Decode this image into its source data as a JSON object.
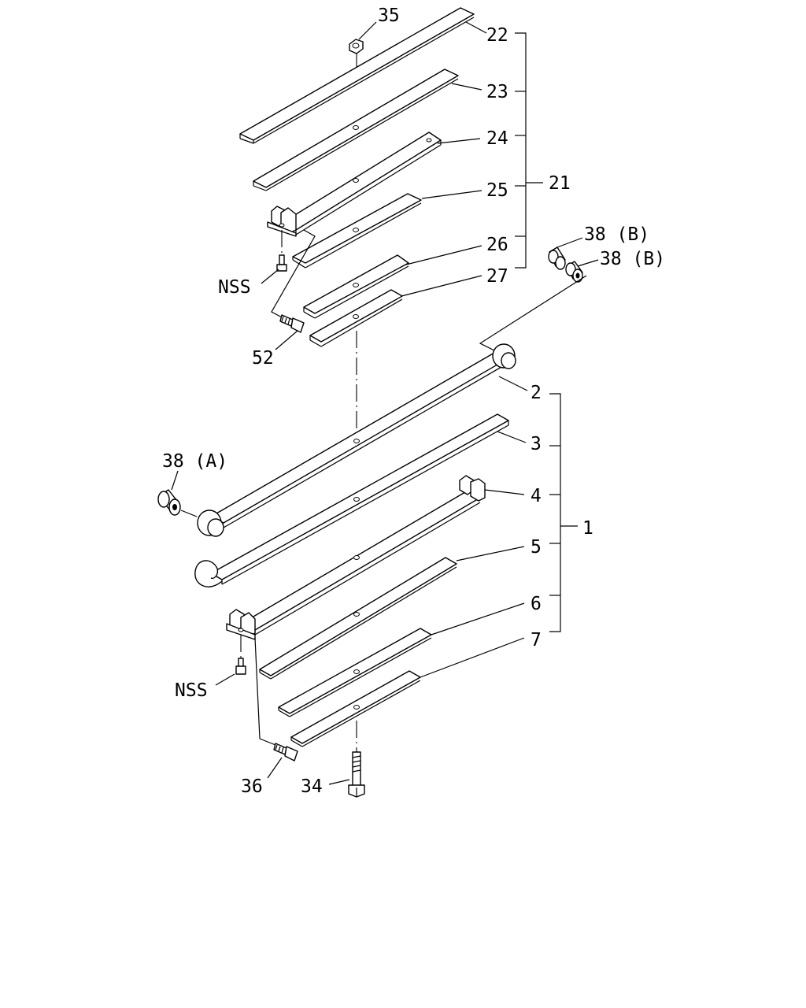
{
  "labels": {
    "p35": "35",
    "p22": "22",
    "p23": "23",
    "p24": "24",
    "p25": "25",
    "p26": "26",
    "p27": "27",
    "p21": "21",
    "p38b_1": "38 (B)",
    "p38b_2": "38 (B)",
    "nss_top": "NSS",
    "p52": "52",
    "p2": "2",
    "p3": "3",
    "p4": "4",
    "p5": "5",
    "p6": "6",
    "p7": "7",
    "p1": "1",
    "p38a": "38 (A)",
    "nss_bottom": "NSS",
    "p36": "36",
    "p34": "34"
  }
}
